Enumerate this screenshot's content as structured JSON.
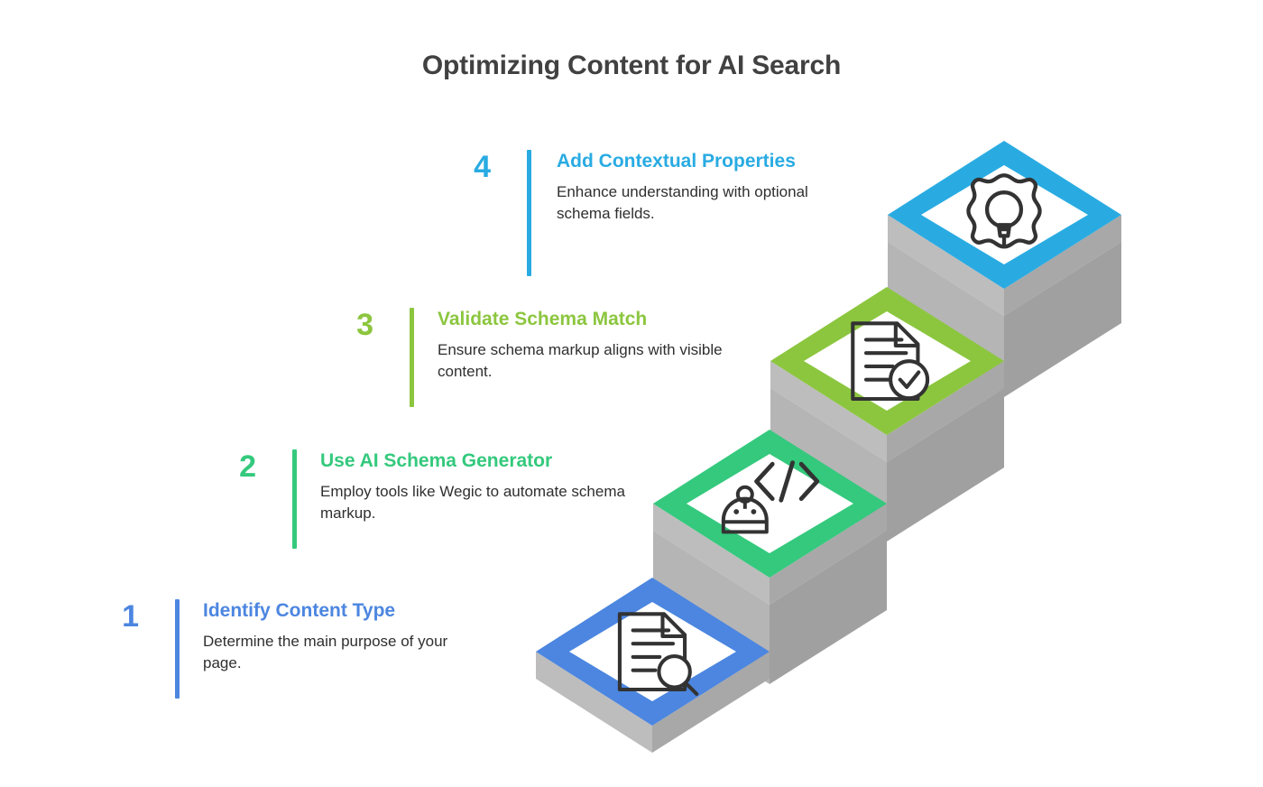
{
  "title": "Optimizing Content for AI Search",
  "colors": {
    "step1": "#4c86e0",
    "step2": "#34c97d",
    "step3": "#8cc63f",
    "step4": "#29abe2",
    "title_text": "#414141",
    "body_text": "#2f2f2f",
    "stair_top_face": "#b8b8b8",
    "stair_side_face": "#a0a0a0",
    "stair_riser_face": "#b0b0b0",
    "diamond_fill": "#ffffff",
    "icon_stroke": "#333333",
    "background": "#ffffff"
  },
  "steps": [
    {
      "number": "1",
      "heading": "Identify Content Type",
      "description": "Determine the main purpose of your page.",
      "color": "#4c86e0",
      "icon": "document-search-icon"
    },
    {
      "number": "2",
      "heading": "Use AI Schema Generator",
      "description": "Employ tools like Wegic to automate schema markup.",
      "color": "#34c97d",
      "icon": "robot-code-icon"
    },
    {
      "number": "3",
      "heading": "Validate Schema Match",
      "description": "Ensure schema markup aligns with visible content.",
      "color": "#8cc63f",
      "icon": "document-check-icon"
    },
    {
      "number": "4",
      "heading": "Add Contextual Properties",
      "description": "Enhance understanding with optional schema fields.",
      "color": "#29abe2",
      "icon": "gear-lightbulb-icon"
    }
  ]
}
